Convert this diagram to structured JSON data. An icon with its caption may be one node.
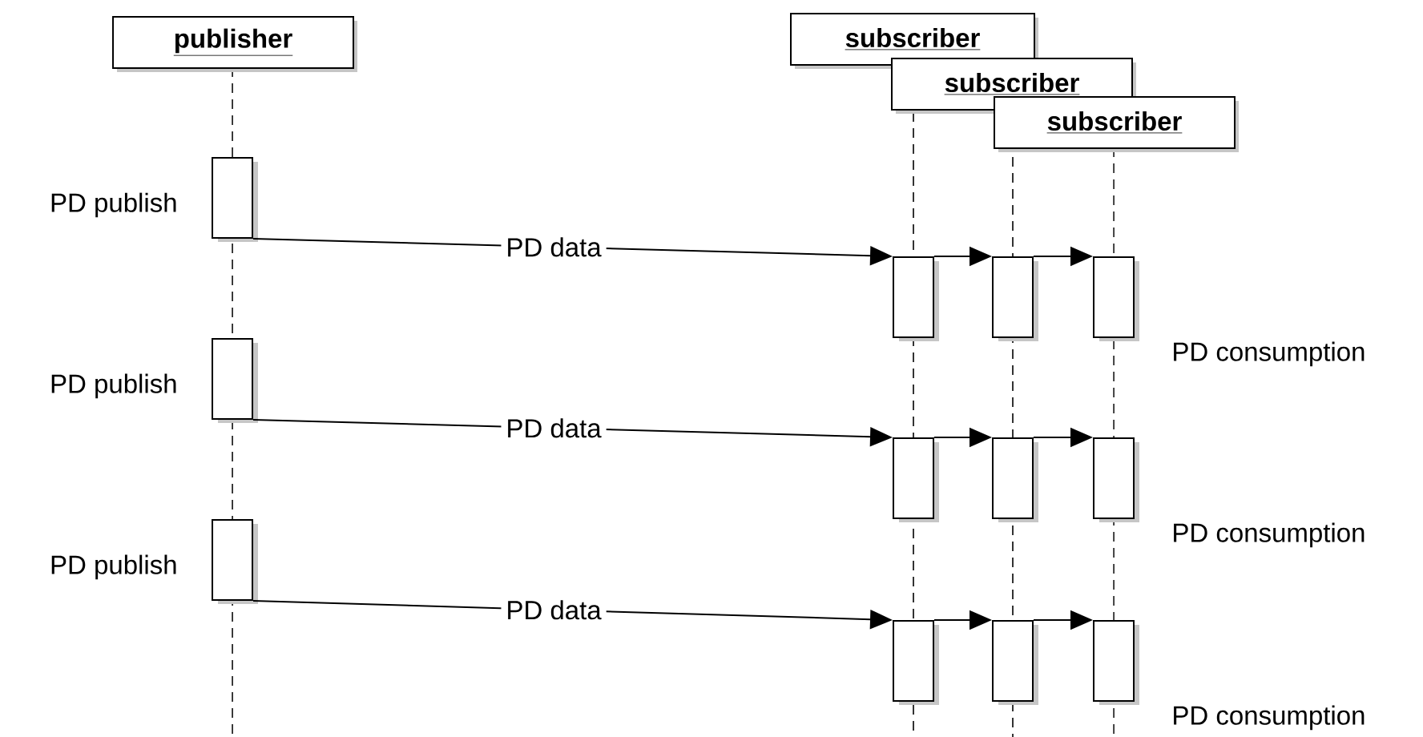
{
  "diagram": {
    "nodes": [
      {
        "text": [
          "publisher"
        ]
      },
      {
        "text": [
          "subscriber"
        ]
      },
      {
        "text": [
          "subscriber"
        ]
      },
      {
        "text": [
          "subscriber"
        ]
      },
      {
        "text": [],
        "shape": "box",
        "beside": [
          "PD publish"
        ]
      },
      {
        "text": [],
        "shape": "box"
      },
      {
        "text": [],
        "shape": "box"
      },
      {
        "text": [],
        "shape": "box",
        "beside": [
          "PD consumption"
        ]
      },
      {
        "text": [],
        "shape": "box",
        "beside": [
          "PD publish"
        ]
      },
      {
        "text": [],
        "shape": "box"
      },
      {
        "text": [],
        "shape": "box"
      },
      {
        "text": [],
        "shape": "box",
        "beside": [
          "PD consumption"
        ]
      },
      {
        "text": [],
        "shape": "box",
        "beside": [
          "PD publish"
        ]
      },
      {
        "text": [],
        "shape": "box"
      },
      {
        "text": [],
        "shape": "box"
      },
      {
        "text": [],
        "shape": "box",
        "beside": [
          "PD consumption"
        ]
      }
    ],
    "edges": [
      {
        "from": 4,
        "to": 5,
        "arrow": "to",
        "label": "PD data"
      },
      {
        "from": 5,
        "to": 6,
        "arrow": "to"
      },
      {
        "from": 6,
        "to": 7,
        "arrow": "to"
      },
      {
        "from": 8,
        "to": 9,
        "arrow": "to",
        "label": "PD data"
      },
      {
        "from": 9,
        "to": 10,
        "arrow": "to"
      },
      {
        "from": 10,
        "to": 11,
        "arrow": "to"
      },
      {
        "from": 12,
        "to": 13,
        "arrow": "to",
        "label": "PD data"
      },
      {
        "from": 13,
        "to": 14,
        "arrow": "to"
      },
      {
        "from": 14,
        "to": 15,
        "arrow": "to"
      }
    ]
  }
}
